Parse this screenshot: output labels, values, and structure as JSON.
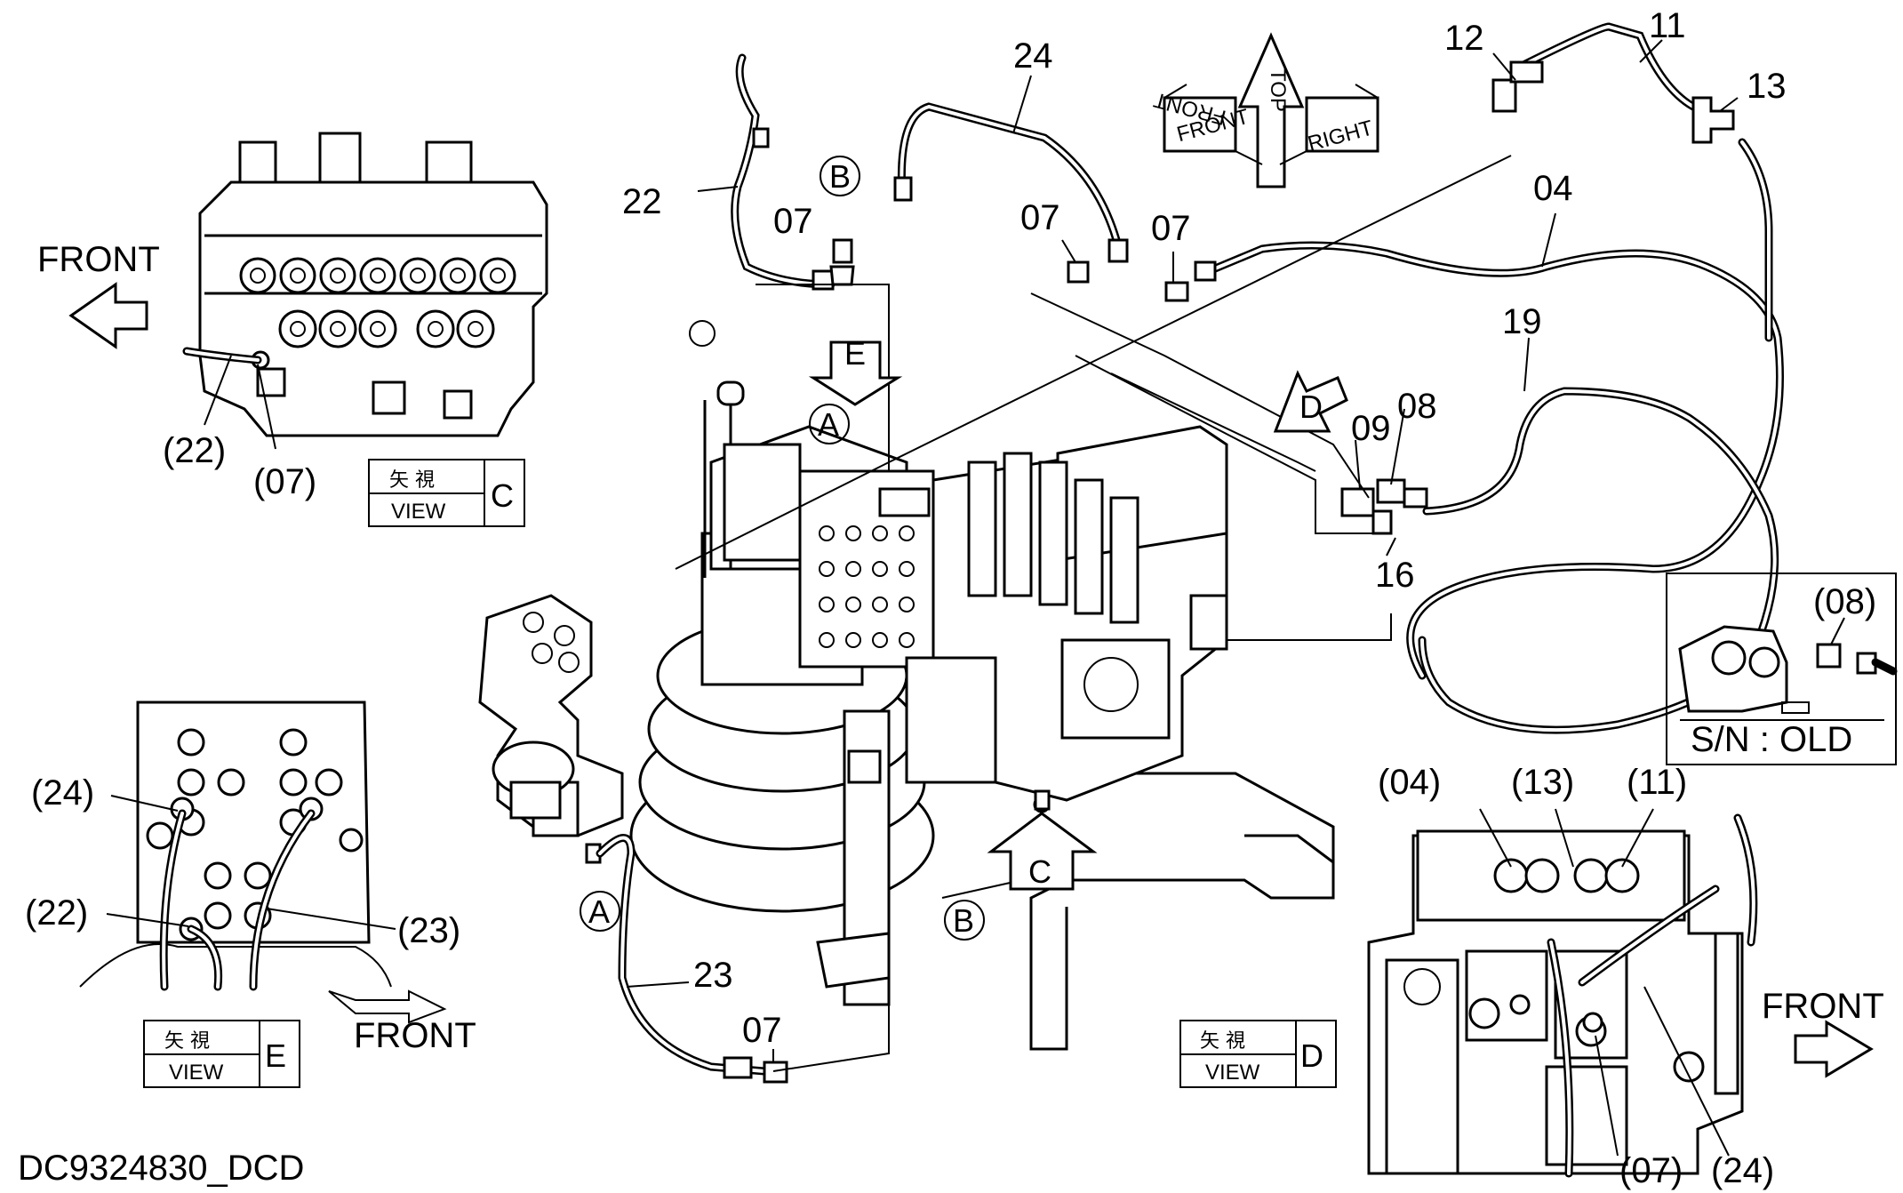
{
  "drawing_id": "DC9324830_DCD",
  "orientation": {
    "top": "TOP",
    "front": "FRONT",
    "right": "RIGHT",
    "front_mirror": "FRONT"
  },
  "main_labels": {
    "p24": "24",
    "p22": "22",
    "p07a": "07",
    "p07b": "07",
    "p07c": "07",
    "p07d": "07",
    "p12": "12",
    "p11": "11",
    "p13": "13",
    "p04": "04",
    "p19": "19",
    "p09": "09",
    "p08": "08",
    "p16": "16",
    "p23": "23"
  },
  "callouts": {
    "a1": "A",
    "a2": "A",
    "b1": "B",
    "b2": "B",
    "c": "C",
    "d": "D",
    "e": "E"
  },
  "view_c": {
    "front": "FRONT",
    "p22": "(22)",
    "p07": "(07)",
    "box_jp": "矢 視",
    "box_view": "VIEW",
    "box_letter": "C"
  },
  "view_e": {
    "p24": "(24)",
    "p22": "(22)",
    "p23": "(23)",
    "front": "FRONT",
    "box_jp": "矢 視",
    "box_view": "VIEW",
    "box_letter": "E"
  },
  "view_d": {
    "p04": "(04)",
    "p13": "(13)",
    "p11": "(11)",
    "p07": "(07)",
    "p24": "(24)",
    "front": "FRONT",
    "box_jp": "矢 視",
    "box_view": "VIEW",
    "box_letter": "D"
  },
  "inset_old": {
    "p08": "(08)",
    "caption": "S/N : OLD"
  }
}
